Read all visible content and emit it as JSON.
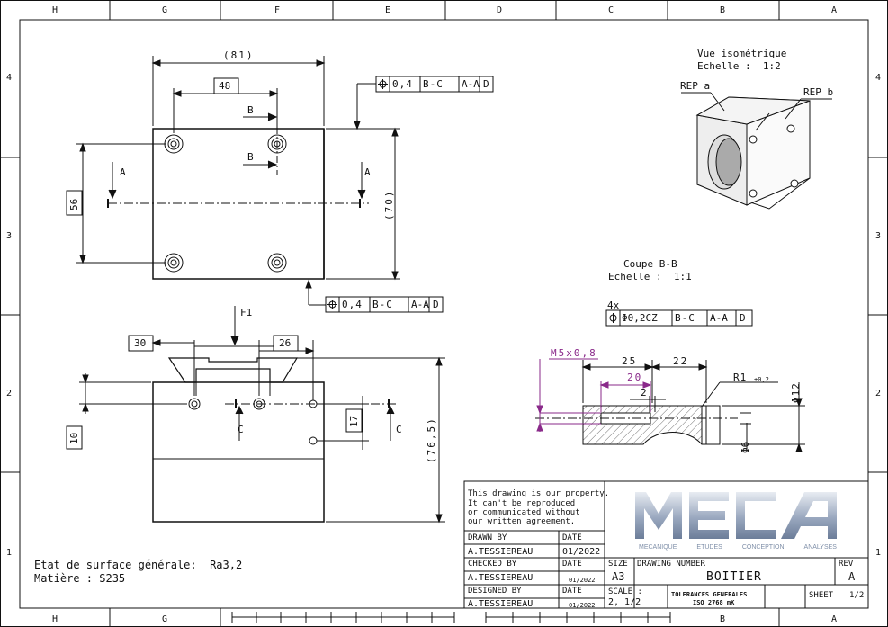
{
  "sheet": {
    "zones_top": [
      "H",
      "G",
      "F",
      "E",
      "D",
      "C",
      "B",
      "A"
    ],
    "zones_side": [
      "4",
      "3",
      "2",
      "1"
    ]
  },
  "views": {
    "iso_title": "Vue isométrique",
    "iso_scale": "Echelle :  1:2",
    "rep_a": "REP a",
    "rep_b": "REP b",
    "section_title": "Coupe B-B",
    "section_scale": "Echelle :  1:1",
    "label_a": "A",
    "label_b": "B",
    "label_c": "C",
    "label_f1": "F1"
  },
  "dims": {
    "d81": "(81)",
    "d48": "48",
    "d56": "56",
    "d70": "(70)",
    "d30": "30",
    "d26": "26",
    "d10": "10",
    "d17": "17",
    "d765": "(76,5)",
    "m5": "M5x0,8",
    "d25": "25",
    "d22": "22",
    "d20": "20",
    "d2": "2",
    "r1": "R1",
    "r1_tol": "±0,2",
    "phi12": "Φ12",
    "phi6": "Φ6"
  },
  "tolerances": {
    "position_frame_1": [
      "0,4",
      "B-C",
      "A-A",
      "D"
    ],
    "position_frame_2": [
      "0,4",
      "B-C",
      "A-A",
      "D"
    ],
    "holes_count": "4x",
    "position_frame_3": [
      "Φ0,2CZ",
      "B-C",
      "A-A",
      "D"
    ]
  },
  "notes": {
    "surface": "Etat de surface générale:  Ra3,2",
    "material": "Matière : S235"
  },
  "title_block": {
    "property_note": [
      "This drawing is our property.",
      "It can't be reproduced",
      "or communicated without",
      "our written agreement."
    ],
    "drawn_by_label": "DRAWN BY",
    "date_label": "DATE",
    "drawn_by": "A.TESSIEREAU",
    "drawn_date": "01/2022",
    "checked_by_label": "CHECKED BY",
    "checked_by": "A.TESSIEREAU",
    "checked_date": "01/2022",
    "designed_by_label": "DESIGNED BY",
    "designed_by": "A.TESSIEREAU",
    "designed_date": "01/2022",
    "size_label": "SIZE",
    "size": "A3",
    "drawing_number_label": "DRAWING NUMBER",
    "drawing_number": "BOITIER",
    "rev_label": "REV",
    "rev": "A",
    "scale_label": "SCALE :",
    "scale": "2, 1/2",
    "tol_line1": "TOLERANCES GENERALES",
    "tol_line2": "ISO 2768 mK",
    "sheet_label": "SHEET",
    "sheet": "1/2"
  },
  "logo": {
    "letters": "MECA",
    "words": [
      "MECANIQUE",
      "ETUDES",
      "CONCEPTION",
      "ANALYSES"
    ],
    "color": "#7f8fa8"
  }
}
